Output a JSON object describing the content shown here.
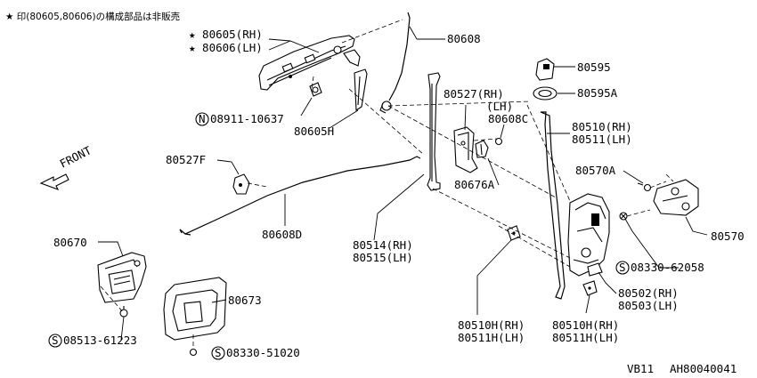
{
  "note": "★ 印(80605,80606)の構成部品は非販売",
  "front_label": "FRONT",
  "labels": {
    "p80605_rh": "★ 80605(RH)",
    "p80606_lh": "★ 80606(LH)",
    "p80608": "80608",
    "p80595": "80595",
    "p80595a": "80595A",
    "p80527_rh": "80527(RH)",
    "p80527_lh": "(LH)",
    "p80608c": "80608C",
    "p80510_rh": "80510(RH)",
    "p80511_lh": "80511(LH)",
    "p08911": "08911-10637",
    "p80605h": "80605H",
    "p80527f": "80527F",
    "p80676a": "80676A",
    "p80570a": "80570A",
    "p80570": "80570",
    "p80608d": "80608D",
    "p80514_rh": "80514(RH)",
    "p80515_lh": "80515(LH)",
    "p08330_62058": "08330-62058",
    "p80670": "80670",
    "p80673": "80673",
    "p80502_rh": "80502(RH)",
    "p80503_lh": "80503(LH)",
    "p80510h_rh_a": "80510H(RH)",
    "p80511h_lh_a": "80511H(LH)",
    "p80510h_rh_b": "80510H(RH)",
    "p80511h_lh_b": "80511H(LH)",
    "p08513": "08513-61223",
    "p08330_51020": "08330-51020"
  },
  "symbols": {
    "n_circle": "N",
    "s_circle": "S"
  },
  "footer": {
    "model": "VB11",
    "code": "AH80040041"
  }
}
